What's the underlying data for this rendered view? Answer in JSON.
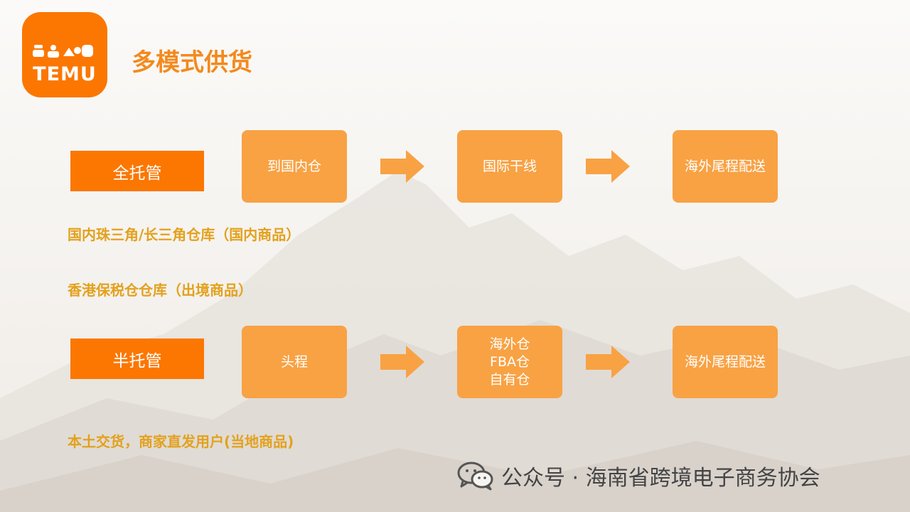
{
  "brand": {
    "logo_text": "TEMU",
    "accent": "#fb7701"
  },
  "title": "多模式供货",
  "rows": [
    {
      "label": "全托管",
      "steps": [
        {
          "lines": [
            "到国内仓"
          ]
        },
        {
          "lines": [
            "国际干线"
          ]
        },
        {
          "lines": [
            "海外尾程配送"
          ]
        }
      ]
    },
    {
      "label": "半托管",
      "steps": [
        {
          "lines": [
            "头程"
          ]
        },
        {
          "lines": [
            "海外仓",
            "FBA仓",
            "自有仓"
          ]
        },
        {
          "lines": [
            "海外尾程配送"
          ]
        }
      ]
    }
  ],
  "notes": [
    "国内珠三角/长三角仓库（国内商品）",
    "香港保税仓仓库（出境商品）",
    "本土交货，商家直发用户(当地商品)"
  ],
  "footer": {
    "text": "公众号 · 海南省跨境电子商务协会",
    "icon": "wechat-icon"
  },
  "colors": {
    "label_box": "#fb7701",
    "step_box": "#f8a244",
    "arrow": "#f8a244",
    "note": "#e3a11d",
    "title": "#f28a1e"
  }
}
